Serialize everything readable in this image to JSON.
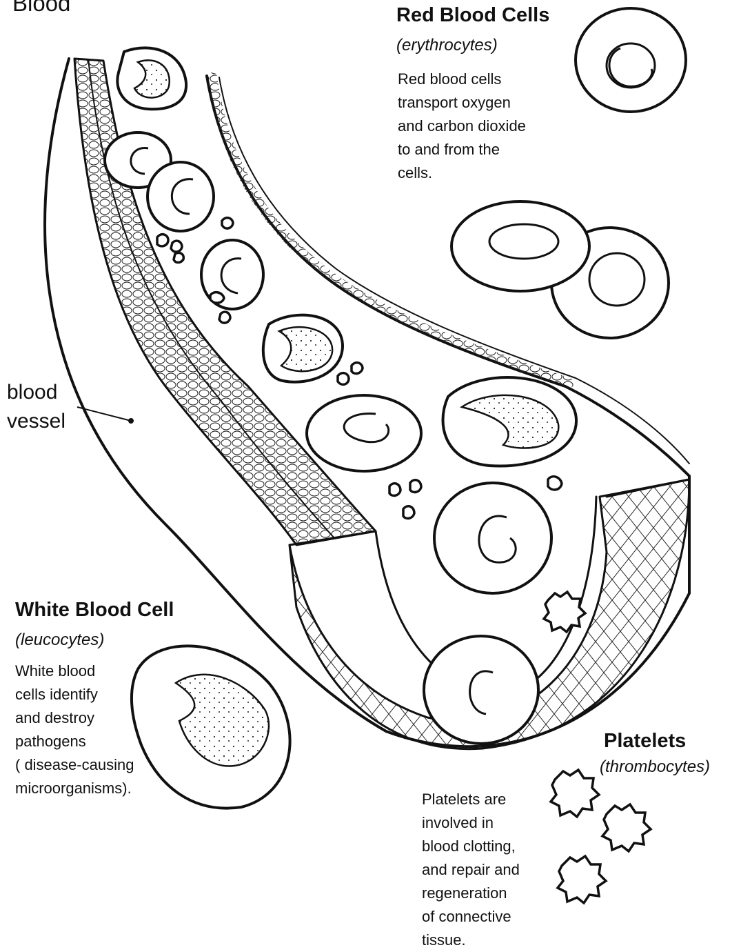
{
  "title": "Blood",
  "blood_vessel": {
    "lines": [
      "blood",
      "vessel"
    ]
  },
  "red_blood_cells": {
    "heading": "Red Blood Cells",
    "subtitle": "(erythrocytes)",
    "description": [
      "Red blood cells",
      "transport  oxygen",
      "and carbon dioxide",
      "to and from the",
      "cells."
    ]
  },
  "white_blood_cell": {
    "heading": "White Blood Cell",
    "subtitle": "(leucocytes)",
    "description": [
      "White blood",
      "cells identify",
      "and destroy",
      "pathogens",
      "( disease-causing",
      "microorganisms)."
    ]
  },
  "platelets": {
    "heading": "Platelets",
    "subtitle": "(thrombocytes)",
    "description": [
      "Platelets are",
      "involved in",
      "blood  clotting,",
      "and repair and",
      "regeneration",
      "of connective",
      "tissue."
    ]
  },
  "colors": {
    "line": "#111111",
    "background": "#ffffff"
  }
}
